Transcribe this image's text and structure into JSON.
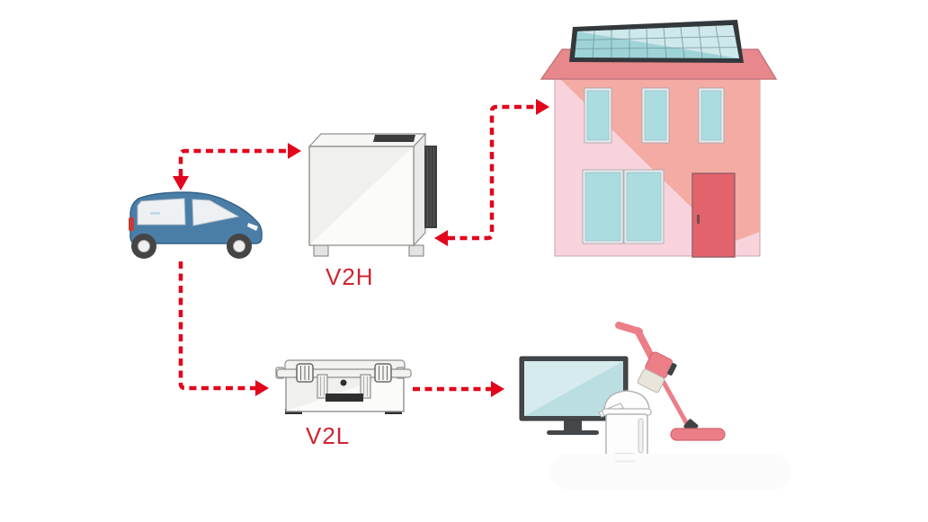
{
  "diagram": {
    "labels": {
      "v2h": "V2H",
      "v2l": "V2L"
    },
    "icons": [
      {
        "name": "ev-car-icon"
      },
      {
        "name": "v2h-unit-icon"
      },
      {
        "name": "house-icon"
      },
      {
        "name": "solar-panel-icon"
      },
      {
        "name": "v2l-unit-icon"
      },
      {
        "name": "tv-icon"
      },
      {
        "name": "electric-pot-icon"
      },
      {
        "name": "vacuum-cleaner-icon"
      }
    ],
    "arrows": [
      {
        "name": "arrow-car-v2h",
        "direction": "bidirectional"
      },
      {
        "name": "arrow-v2h-house",
        "direction": "bidirectional"
      },
      {
        "name": "arrow-car-to-v2l",
        "direction": "one-way"
      },
      {
        "name": "arrow-v2l-to-appliances",
        "direction": "one-way"
      }
    ]
  },
  "colors": {
    "arrow_red": "#e2051c",
    "label_red": "#d0242f",
    "car_blue": "#4a7ea7",
    "car_blue_dark": "#33618a",
    "wheel_dark": "#454545",
    "roof_red": "#e8878c",
    "wall_light": "#f8d3dc",
    "wall_dark": "#f3aba4",
    "door_red": "#e2636c",
    "window_teal": "#aadce0",
    "solar_teal": "#9ed3d8",
    "solar_light": "#cfe8ec",
    "solar_frame": "#33383b",
    "unit_light": "#f0f0ee",
    "unit_white": "#fbfbf9",
    "unit_side": "#e9e9e7",
    "outline_gray": "#8f8f8d",
    "dark_gray": "#3c3c3c",
    "tv_frame": "#43474a",
    "screen_teal": "#badee2",
    "screen_light": "#d6ebee",
    "vacuum_pink": "#ec7e88",
    "vacuum_pink_dark": "#d4616c",
    "dustbin_cream": "#e9e5db",
    "pot_white": "#fdfdfd",
    "pot_outline": "#b5b5b5"
  }
}
